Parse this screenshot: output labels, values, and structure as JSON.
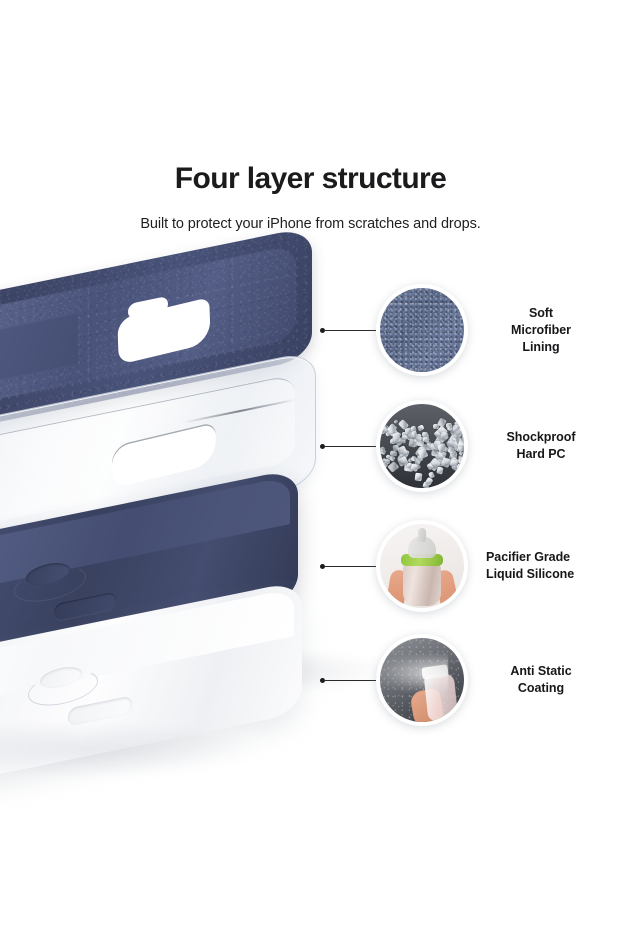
{
  "header": {
    "title": "Four layer structure",
    "subtitle": "Built to protect your iPhone from scratches and drops."
  },
  "layers": [
    {
      "id": "soft-microfiber-lining",
      "label_lines": [
        "Soft",
        "Microfiber",
        "Lining"
      ],
      "align": "center",
      "thumbnail": "microfiber-texture-thumbnail",
      "material_color": "#6b7a9c"
    },
    {
      "id": "shockproof-hard-pc",
      "label_lines": [
        "Shockproof",
        "Hard PC"
      ],
      "align": "center",
      "thumbnail": "pc-pellets-thumbnail",
      "material_color": "#4a4e54"
    },
    {
      "id": "pacifier-grade-liquid-silicone",
      "label_lines": [
        "Pacifier Grade",
        "Liquid Silicone"
      ],
      "align": "left",
      "thumbnail": "baby-bottle-thumbnail",
      "material_color": "#8fc63d"
    },
    {
      "id": "anti-static-coating",
      "label_lines": [
        "Anti Static",
        "Coating"
      ],
      "align": "center",
      "thumbnail": "spray-bottle-thumbnail",
      "material_color": "#6e7177"
    }
  ],
  "product": {
    "case_navy_color": "#3f4868",
    "case_white_color": "#ffffff",
    "case_clear_color": "#f2f5f8",
    "background_color": "#ffffff"
  }
}
